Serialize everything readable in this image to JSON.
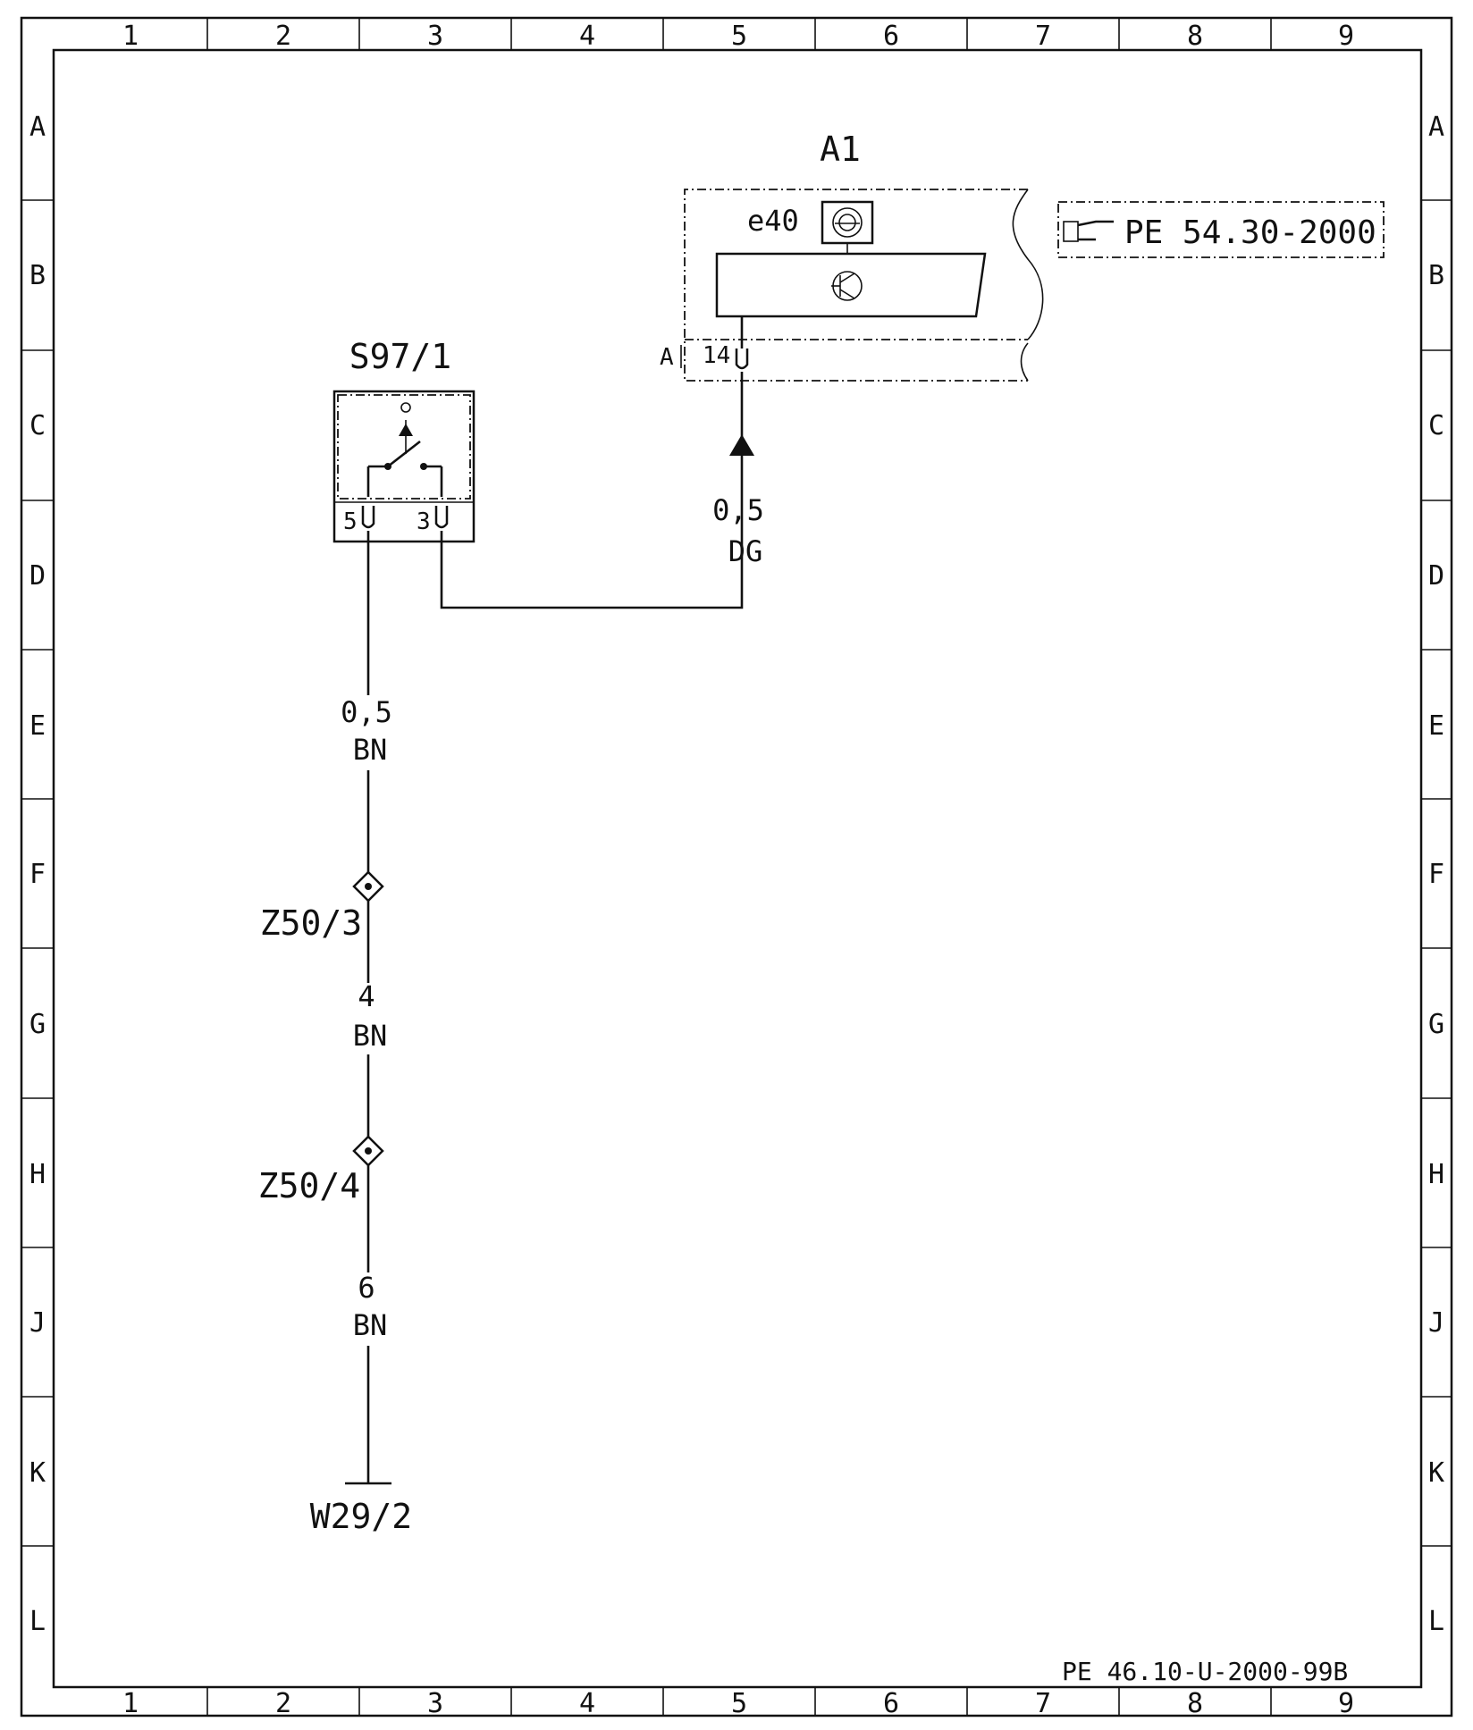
{
  "grid": {
    "columns": [
      "1",
      "2",
      "3",
      "4",
      "5",
      "6",
      "7",
      "8",
      "9"
    ],
    "rows": [
      "A",
      "B",
      "C",
      "D",
      "E",
      "F",
      "G",
      "H",
      "J",
      "K",
      "L"
    ]
  },
  "components": {
    "a1": {
      "label": "A1",
      "sub_label": "e40",
      "connector_label": "A",
      "pin": "14"
    },
    "s97": {
      "label": "S97/1",
      "pin_left": "5",
      "pin_right": "3"
    },
    "z50_3": {
      "label": "Z50/3"
    },
    "z50_4": {
      "label": "Z50/4"
    },
    "w29": {
      "label": "W29/2"
    }
  },
  "wires": {
    "w1": {
      "size": "0,5",
      "color": "DG"
    },
    "w2": {
      "size": "0,5",
      "color": "BN"
    },
    "w3": {
      "size": "4",
      "color": "BN"
    },
    "w4": {
      "size": "6",
      "color": "BN"
    }
  },
  "reference": {
    "text": "PE 54.30-2000",
    "icon": "pointing-hand-icon"
  },
  "footer": {
    "code": "PE 46.10-U-2000-99B"
  }
}
